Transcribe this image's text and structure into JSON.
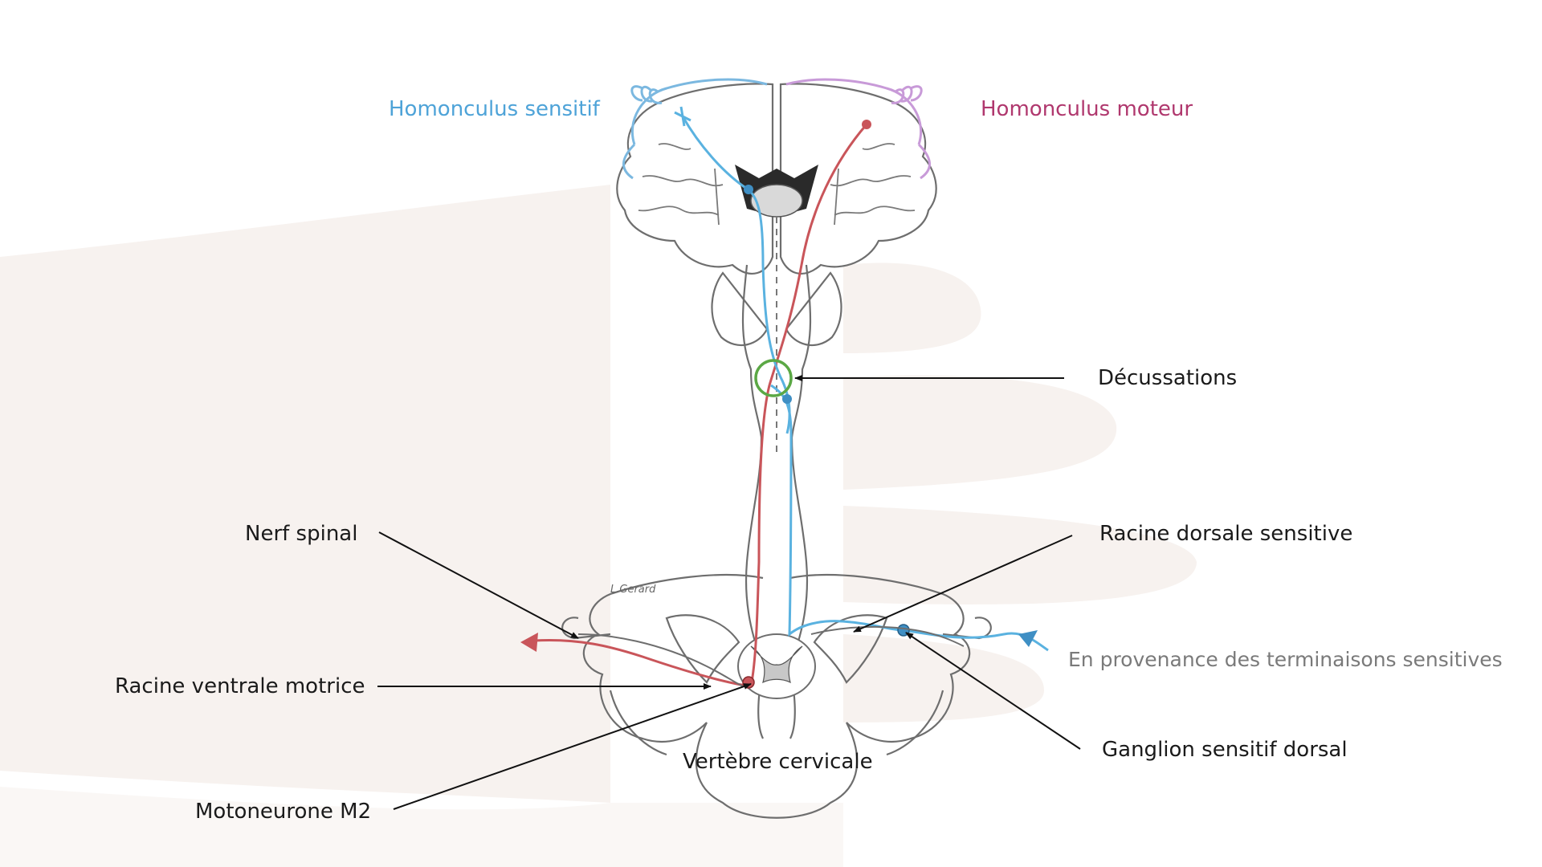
{
  "labels": {
    "homonculus_sensitif": "Homonculus sensitif",
    "homonculus_moteur": "Homonculus moteur",
    "decussations": "Décussations",
    "nerf_spinal": "Nerf spinal",
    "racine_dorsale_sensitive": "Racine dorsale sensitive",
    "en_provenance": "En provenance des terminaisons sensitives",
    "racine_ventrale_motrice": "Racine ventrale motrice",
    "ganglion_sensitif_dorsal": "Ganglion sensitif dorsal",
    "vertebre_cervicale": "Vertèbre cervicale",
    "motoneurone_m2": "Motoneurone M2",
    "signature": "L.Gerard"
  },
  "colors": {
    "sensory_pathway": "#5ab2e0",
    "motor_pathway": "#c9555a",
    "decussation_circle": "#5ba845",
    "sensitif_label": "#4ea3d8",
    "moteur_label": "#b0386e",
    "provenance_label": "#7a7a7a",
    "outline": "#6e6e6e",
    "background_hand": "#f7f2ef"
  }
}
